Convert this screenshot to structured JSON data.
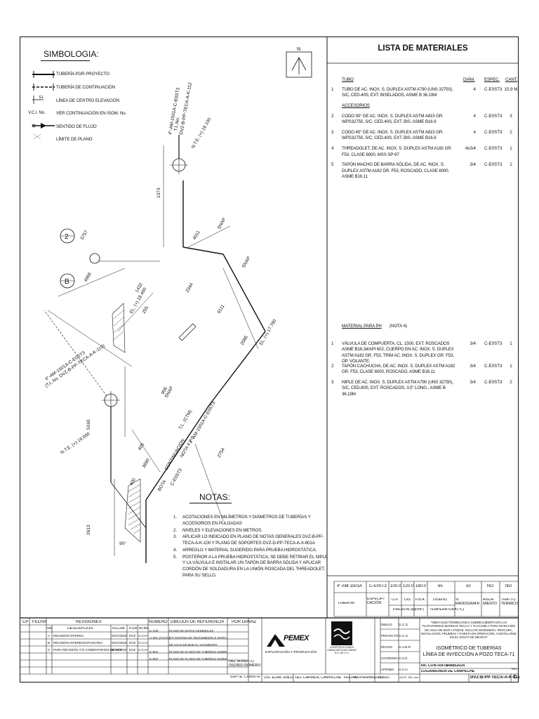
{
  "symbology": {
    "title": "SIMBOLOGIA:",
    "items": [
      {
        "label": "TUBERÍA POR PROYECTO"
      },
      {
        "label": "TUBERÍA DE CONTINUACIÓN"
      },
      {
        "label": "LÍNEA DE CENTRO ELEVACIÓN",
        "code": "EL"
      },
      {
        "label": "VER CONTINUACIÓN EN ISOM. No.",
        "code": "V.C.I. No."
      },
      {
        "label": "SENTIDO DE FLUJO"
      },
      {
        "label": "LÍMITE DE PLANO"
      }
    ]
  },
  "drawing": {
    "labels": [
      "4\"-AM-1501A-C-E0ST3",
      "T.L.No.",
      "DVZ-B-PP-TECA-A-K-112",
      "N.T.E. (+) 19.100",
      "1373",
      "SNAP",
      "SNAP",
      "4011",
      "2344",
      "9111",
      "2086",
      "5757",
      "4966",
      "EL. (+) 18.460",
      "EL. (+) 17.780",
      "1432",
      "255",
      "4\"-AM-1501A-C-E0ST3",
      "(T.L.No. DVZ-B-PP-TECA-A-K-110)",
      "906",
      "SNAP",
      "T.L. (CTM)",
      "4\"-AM-1501A-C-E0ST3",
      "2754",
      "408",
      "3690",
      "NOTA 4 Y 5",
      "N.T.E. (+) 19.000",
      "5160",
      "2613",
      "90°",
      "BOTA",
      "CONTINUACIÓN",
      "C-E0ST3",
      "400",
      "2",
      "B",
      "N"
    ]
  },
  "materials": {
    "title": "LISTA DE MATERIALES",
    "headers": {
      "pipe": "TUBO",
      "diam": "DIÁM.",
      "spec": "ESPEC.",
      "qty": "CANT."
    },
    "items": [
      {
        "n": "1",
        "desc": "TUBO DE AC. INOX. S. DUPLEX ASTM A790 (UNS 32750), S/C, CED.40S, EXT. BISELADOS, ASME B 36.19M",
        "diam": "4",
        "spec": "C-E0ST3",
        "qty": "15.9 M"
      },
      {
        "n": "",
        "desc": "ACCESORIOS",
        "diam": "",
        "spec": "",
        "qty": ""
      },
      {
        "n": "2",
        "desc": "CODO 90° DE AC. INOX. S. DUPLEX ASTM A815 GR. WPS32750, S/C, CED.40S, EXT. BIS. ASME B16.9",
        "diam": "4",
        "spec": "C-E0ST3",
        "qty": "3"
      },
      {
        "n": "3",
        "desc": "CODO 45° DE AC. INOX. S. DUPLEX ASTM A815 GR. WPS32750, S/C, CED.40S, EXT. BIS. ASME B16.9",
        "diam": "4",
        "spec": "C-E0ST3",
        "qty": "2"
      },
      {
        "n": "4",
        "desc": "THREADOLET, DE AC. INOX. S. DUPLEX ASTM A182 GR. F53, CLASE 6000, MSS SP-97",
        "diam": "4x3/4",
        "spec": "C-E0ST3",
        "qty": "1"
      },
      {
        "n": "5",
        "desc": "TAPÓN MACHO DE BARRA SÓLIDA, DE AC. INOX. S. DUPLEX ASTM A182 GR. F53, ROSCADO, CLASE 6000, ASME B16.11",
        "diam": "3/4",
        "spec": "C-E0ST3",
        "qty": "1"
      }
    ],
    "ph_title": "MATERIAL PARA PH",
    "ph_note": "(NOTA 4)",
    "ph_items": [
      {
        "n": "1",
        "desc": "VÁLVULA DE COMPUERTA, CL. 1500, EXT. ROSCADOS ASME B16.34/API 602, CUERPO EN AC. INOX. S. DUPLEX ASTM A182 GR. F53, TRIM AC. INOX. S. DUPLEX GR. F53, OP. VOLANTE.",
        "diam": "3/4",
        "spec": "C-E0ST3",
        "qty": "1"
      },
      {
        "n": "2",
        "desc": "TAPÓN CACHUCHA, DE AC. INOX. S. DUPLEX ASTM A182 GR. F53, CLASE 6000, ROSCADO, ASME B16.11",
        "diam": "3/4",
        "spec": "C-E0ST3",
        "qty": "1"
      },
      {
        "n": "3",
        "desc": "NIPLE DE AC. INOX. S. DUPLEX ASTM A790 (UNS 32750), S/C, CED.80S, EXT. ROSCADOS, 3.5\" LONG., ASME B 36.19M",
        "diam": "3/4",
        "spec": "C-E0ST3",
        "qty": "2"
      }
    ]
  },
  "notes": {
    "title": "NOTAS:",
    "items": [
      {
        "n": "1.",
        "text": "ACOTACIONES EN MILÍMETROS Y DIÁMETROS DE TUBERÍAS Y ACCESORIOS EN PULGADAS"
      },
      {
        "n": "2.",
        "text": "NIVELES Y ELEVACIONES EN METROS."
      },
      {
        "n": "3.",
        "text": "APLICAR LO INDICADO EN PLANO DE NOTAS GENERALES DVZ-B-PP-TECA-A-K-100 Y PLANO DE SOPORTES DVZ-D-PP-TECA-A-X-601A"
      },
      {
        "n": "4.",
        "text": "ARREGLO Y MATERIAL SUGERIDO PARA PRUEBA HIDROSTÁTICA."
      },
      {
        "n": "5.",
        "text": "POSTERIOR A LA PRUEBA HIDROSTÁTICA, SE DEBE RETIRAR EL NIPLE Y LA VÁLVULA E INSTALAR UN TAPÓN DE BARRA SÓLIDA Y APLICAR CORDÓN DE SOLDADURA EN LA UNIÓN ROSCADA DEL THREADOLET, PARA SU SELLO."
      }
    ]
  },
  "line_table": {
    "values": [
      "4\"-AM-1501A",
      "C-E0ST3",
      "100.0",
      "120.0",
      "180.0",
      "65",
      "50",
      "NO",
      "NO"
    ],
    "headers": [
      "LÍNEA No.",
      "ESPECIFI-CACIÓN",
      "O.P.",
      "DIS.",
      "P.B.A.",
      "DISEÑO",
      "% RADIOGRAFÍA",
      "AISLA-MIENTO",
      "TRATTO. TÉRMICO"
    ],
    "sub_press": "PRESIÓN (kg/cm²)",
    "sub_temp": "TEMPERATURA (°C)"
  },
  "title_block": {
    "headers": {
      "cp": "CP",
      "fecha": "FECHA",
      "revisiones": "REVISIONES",
      "numero": "NUMERO",
      "dibujos": "DIBUJOS DE REFERENCIA",
      "por": "POR DIAVAZ"
    },
    "rev_cols": [
      "No.",
      "DESCRIPCION",
      "FECHA",
      "POR",
      "Vo.Bo."
    ],
    "revisions": [
      {
        "no": "A",
        "desc": "REVISIÓN INTERNA",
        "fecha": "NOV/2020",
        "por": "DVZ",
        "vobo": "H.C.H."
      },
      {
        "no": "B",
        "desc": "REVISIÓN INTERDISCIPLINARIA",
        "fecha": "NOV/2020",
        "por": "DVZ",
        "vobo": "H.C.H."
      },
      {
        "no": "C",
        "desc": "PARA REVISIÓN Y/O COMENTARIOS DE PEP",
        "fecha": "NOV/2020",
        "por": "DVZ",
        "vobo": "H.C.H."
      }
    ],
    "refs": [
      {
        "no": "K-100",
        "title": "PLANO DE NOTAS GENERALES"
      },
      {
        "no": "A-301 (T.D.E.)",
        "title": "DTI SISTEMA DE TRATAMIENTO E INYECCIÓN"
      },
      {
        "no": "",
        "title": "DE AGUA DE MAR AL YACIMIENTO"
      },
      {
        "no": "K-001",
        "title": "PLANO DE PLANTA DE TUBERÍAS SOBRE NIVEL (+) 19.000"
      },
      {
        "no": "K-002",
        "title": "PLANO DE PLANTA DE TUBERÍAS SUBNIVEL"
      }
    ],
    "signer": "ING. ALBERTO OSORIO ROMERO",
    "signer_role": "SUPTE. CONSTR.",
    "pemex": "PEMEX",
    "pemex_sub": "EXPLORACIÓN Y PRODUCCIÓN",
    "diavaz_sub": "CONSTRUCCIONES SUBACUÁTICAS DIAVAZ S.A. DE C.V.",
    "approvals": [
      {
        "role": "DIBUJO",
        "name": "G.C.G."
      },
      {
        "role": "PROYECTO",
        "name": "G.C.G."
      },
      {
        "role": "REVISO",
        "name": "O.J.M.R."
      },
      {
        "role": "COORDINO",
        "name": "G.Z.G."
      },
      {
        "role": "APROBO",
        "name": "H.C.H."
      }
    ],
    "project_desc": "\"OBRA ELECTROMECÁNICA SOBRECUBIERTA EN LAS PLATAFORMAS MARINAS TECA-A Y TLACAME-A PARA INYECCIÓN DE AGUA DE MAR A POZOS, INCLUYE INGENIERÍA, PROCURA, INSTALACIÓN, PRUEBAS Y PUESTA EN OPERACIÓN, A INSTALARSE EN EL GOLFO DE MÉXICO\"",
    "drawing_title_1": "ISOMÉTRICO DE TUBERÍAS",
    "drawing_title_2": "LÍNEA DE INYECCIÓN A POZO TECA-71",
    "contract_label": "No. CONTRATO",
    "contract": "648852024",
    "lugar_label": "LUGAR:",
    "lugar": "SONDA DE CAMPECHE",
    "plan_no": "DVZ-B-PP-TECA-A-K-111",
    "rev_label": "REV.",
    "rev": "C",
    "footer": {
      "dis": "DIS. ELAB. EN:",
      "dis_val": "CD. DEL CARMEN, CAMPECHE",
      "fecha": "FECHA:",
      "fecha_val": "NOVIEMBRE/2020",
      "esc": "ESC: S/N",
      "acot": "ACOT. EN: mm"
    }
  }
}
